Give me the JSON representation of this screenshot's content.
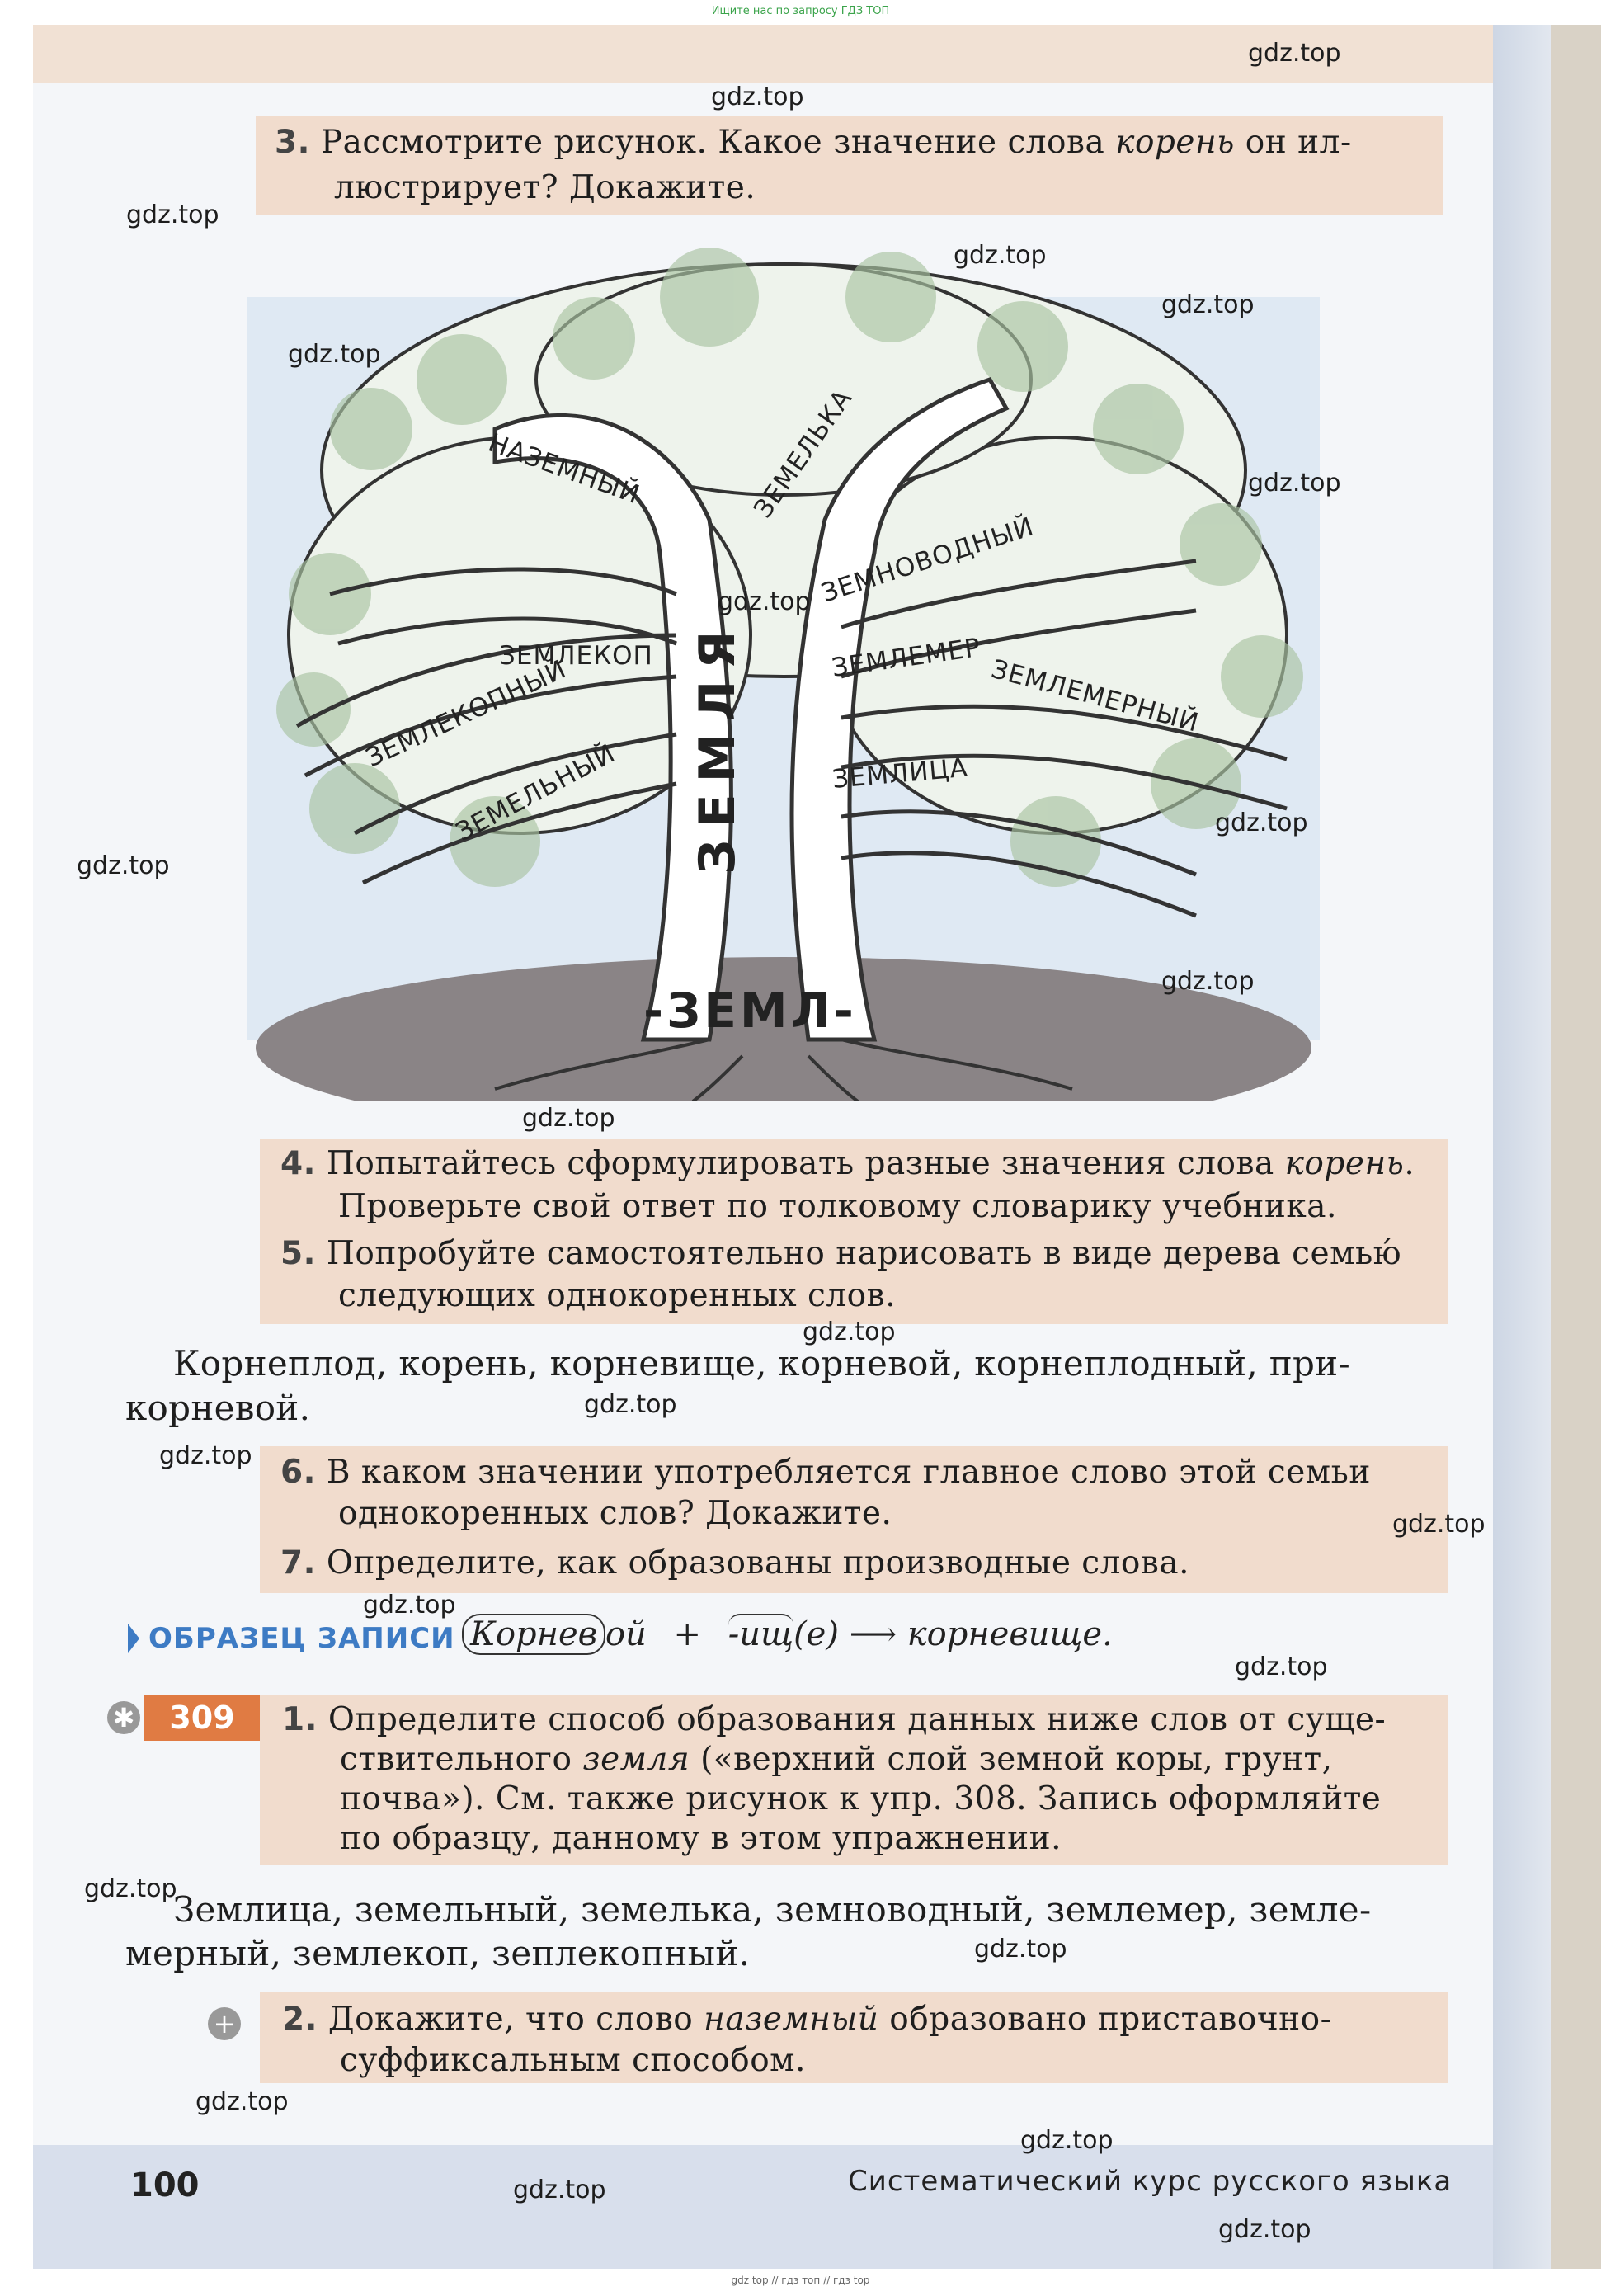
{
  "notice_top": "Ищите нас по запросу ГДЗ ТОП",
  "notice_bottom": "gdz top // гдз топ // гдз top",
  "watermark": "gdz.top",
  "task3": {
    "num": "3.",
    "line1_a": "Рассмотрите рисунок. Какое значение слова ",
    "line1_em": "корень",
    "line1_b": " он ил-",
    "line2": "люстрирует? Докажите."
  },
  "tree": {
    "trunk_word": "ЗЕМЛЯ",
    "root_word": "-ЗЕМЛ-",
    "branches": [
      "НАЗЕМНЫЙ",
      "ЗЕМЕЛЬКА",
      "ЗЕМНОВОДНЫЙ",
      "ЗЕМЛЕКОП",
      "ЗЕМЛЕКОПНЫЙ",
      "ЗЕМЕЛЬНЫЙ",
      "ЗЕМЛЕМЕР",
      "ЗЕМЛЕМЕРНЫЙ",
      "ЗЕМЛИЦА"
    ]
  },
  "task4": {
    "num": "4.",
    "line1_a": "Попытайтесь сформулировать разные значения слова ",
    "line1_em": "корень",
    "line1_b": ".",
    "line2": "Проверьте свой ответ по толковому словарику учебника."
  },
  "task5": {
    "num": "5.",
    "line1": "Попробуйте самостоятельно нарисовать в виде дерева семью́",
    "line2": "следующих однокоренных слов."
  },
  "words1": {
    "line1": "Корнеплод, корень, корневище, корневой, корнеплодный, при-",
    "line2": "корневой."
  },
  "task6": {
    "num": "6.",
    "line1": "В каком значении употребляется главное слово этой семьи",
    "line2": "однокоренных слов? Докажите."
  },
  "task7": {
    "num": "7.",
    "line1": "Определите, как образованы производные слова."
  },
  "sample": {
    "label": "ОБРАЗЕЦ ЗАПИСИ",
    "stem": "Корнев",
    "ending": "ой",
    "plus": "+",
    "suffix": "-ищ",
    "suffix_end": "(е)",
    "result": "корневище."
  },
  "ex309": {
    "badge": "309",
    "num": "1.",
    "line1": "Определите способ образования данных ниже слов от суще-",
    "line2_a": "ствительного ",
    "line2_em": "земля",
    "line2_b": " («верхний слой земной коры, грунт,",
    "line3": "почва»). См. также рисунок к упр. 308. Запись оформляйте",
    "line4": "по образцу, данному в этом упражнении."
  },
  "words2": {
    "line1": "Землица, земельный, земелька, земноводный, землемер, земле-",
    "line2": "мерный, землекоп, зеплекопный."
  },
  "task2": {
    "num": "2.",
    "line1_a": "Докажите, что слово ",
    "line1_em": "наземный",
    "line1_b": " образовано приставочно-",
    "line2": "суффиксальным способом."
  },
  "footer": {
    "page": "100",
    "title": "Систематический курс русского языка"
  }
}
